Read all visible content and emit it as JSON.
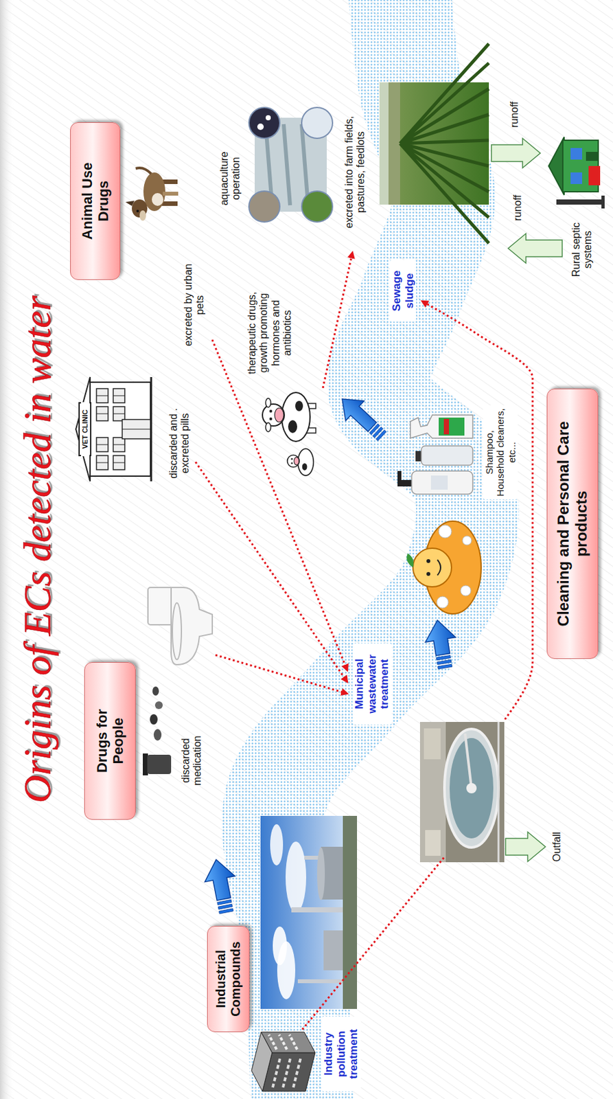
{
  "diagram": {
    "title": "Origins of ECs detected in water",
    "nodes": [
      {
        "text": [
          "Drugs for People"
        ]
      },
      {
        "text": [
          "Animal Use Drugs"
        ]
      },
      {
        "text": [
          "Industrial Compounds"
        ]
      },
      {
        "text": [
          "Cleaning and Personal Care products"
        ]
      }
    ],
    "labels": [
      "VET CLINIC",
      "discarded medication",
      "discarded and . excreted pills",
      "excreted by urban pets",
      "therapeutic drugs, growth promoting hormones and antibiotics",
      "aquaculture operation",
      "Municipal wastewater treatment",
      "excreted into farm fields, pastures, feedlots",
      "Sewage sludge",
      "Industry pollution treatment",
      "Shampoo, Household cleaners, etc...",
      "runoff",
      "runoff",
      "Outfall",
      "Rural septic systems"
    ]
  }
}
